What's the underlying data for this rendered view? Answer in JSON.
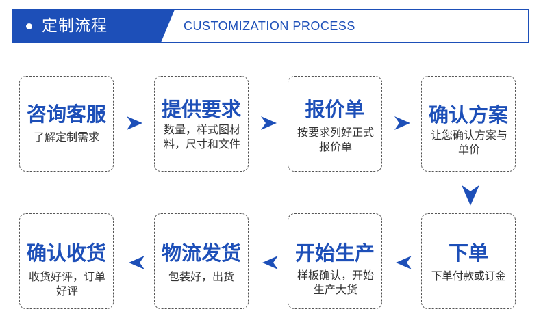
{
  "header": {
    "title": "定制流程",
    "subtitle": "CUSTOMIZATION PROCESS"
  },
  "colors": {
    "accent": "#1d4fb8",
    "text": "#333333",
    "border": "#555555"
  },
  "steps": [
    {
      "title": "咨询客服",
      "desc": "了解定制需求"
    },
    {
      "title": "提供要求",
      "desc": "数量，样式图材料，尺寸和文件"
    },
    {
      "title": "报价单",
      "desc": "按要求列好正式报价单"
    },
    {
      "title": "确认方案",
      "desc": "让您确认方案与单价"
    },
    {
      "title": "下单",
      "desc": "下单付款或订金"
    },
    {
      "title": "开始生产",
      "desc": "样板确认，开始生产大货"
    },
    {
      "title": "物流发货",
      "desc": "包装好，出货"
    },
    {
      "title": "确认收货",
      "desc": "收货好评，订单好评"
    }
  ]
}
